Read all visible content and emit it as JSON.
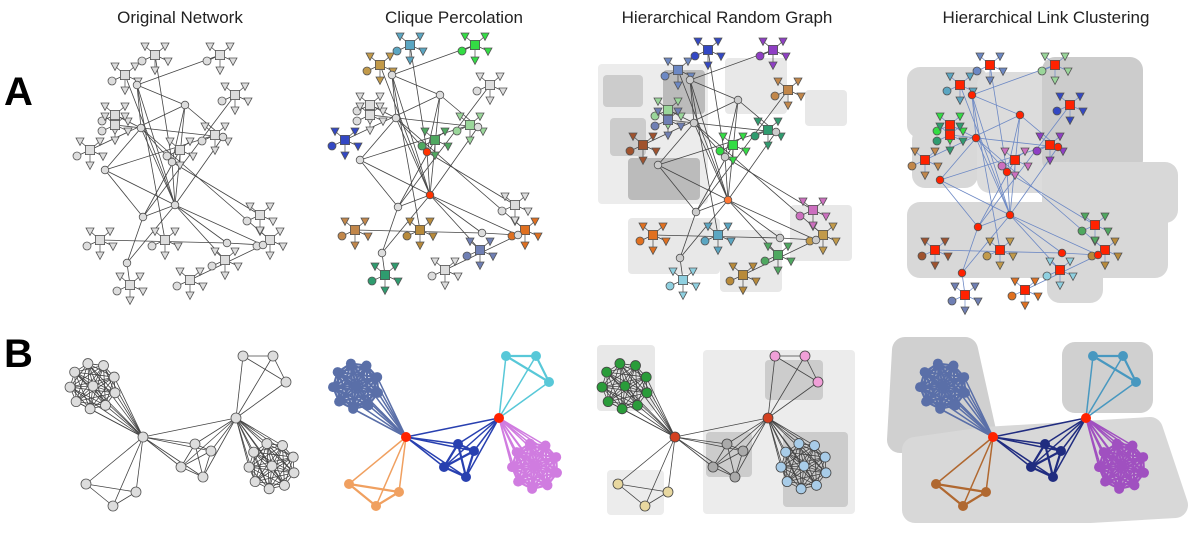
{
  "columns": [
    "Original Network",
    "Clique Percolation",
    "Hierarchical Random Graph",
    "Hierarchical Link Clustering"
  ],
  "rows": [
    "A",
    "B"
  ]
}
